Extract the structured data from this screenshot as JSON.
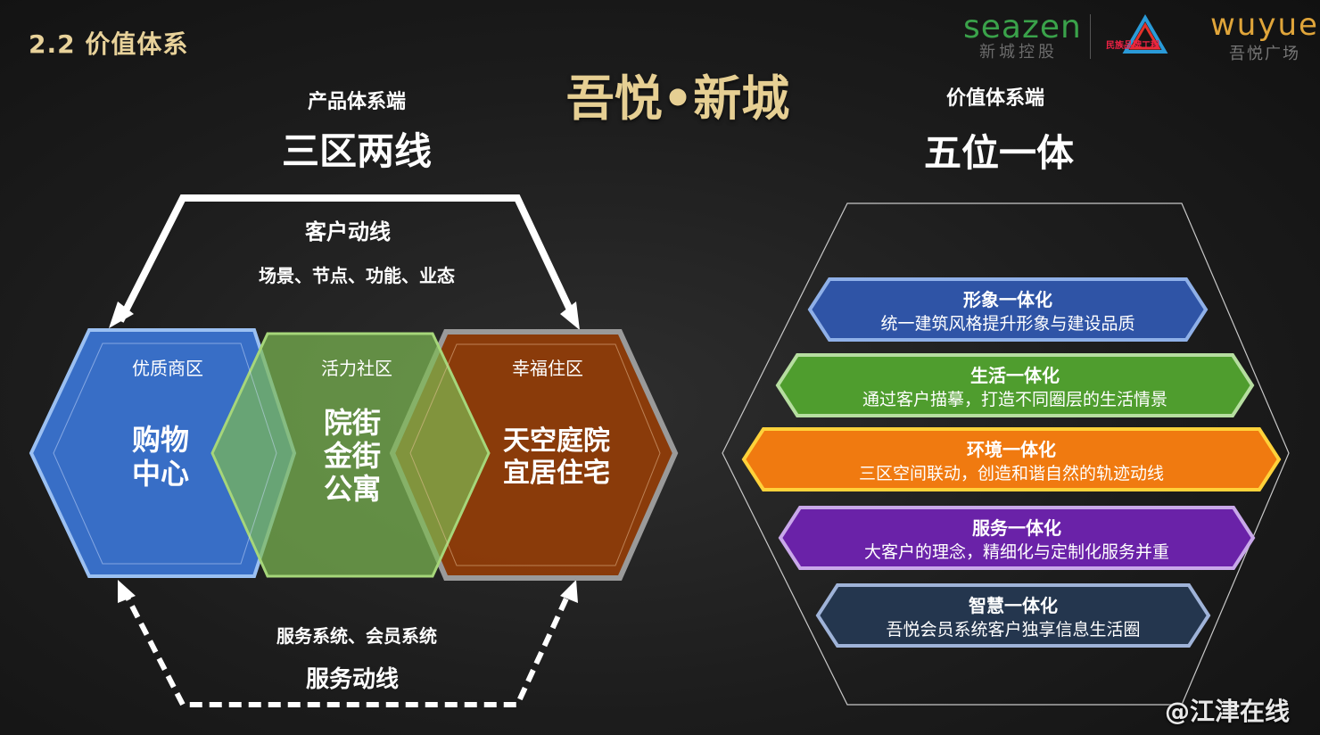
{
  "header": {
    "section": "2.2 价值体系",
    "title": "吾悦•新城"
  },
  "logos": {
    "seazen": "seazen",
    "seazen_cn": "新城控股",
    "middle_logo_text": "民族品牌工程",
    "wuyue": "wuyue",
    "wuyue_cn": "吾悦广场"
  },
  "left": {
    "subtitle": "产品体系端",
    "title": "三区两线",
    "top_line_title": "客户动线",
    "top_line_desc": "场景、节点、功能、业态",
    "bottom_line_desc": "服务系统、会员系统",
    "bottom_line_title": "服务动线",
    "zones": [
      {
        "label": "优质商区",
        "content_lines": [
          "购物",
          "中心"
        ],
        "color": "#3a73d0"
      },
      {
        "label": "活力社区",
        "content_lines": [
          "院街",
          "金街",
          "公寓"
        ],
        "color": "#5b9a34"
      },
      {
        "label": "幸福住区",
        "content_lines": [
          "天空庭院",
          "宜居住宅"
        ],
        "color": "#8f3c08"
      }
    ]
  },
  "right": {
    "subtitle": "价值体系端",
    "title": "五位一体",
    "items": [
      {
        "title": "形象一体化",
        "desc": "统一建筑风格提升形象与建设品质",
        "color": "#2f54a6",
        "border": "#8fb0e8"
      },
      {
        "title": "生活一体化",
        "desc": "通过客户描摹，打造不同圈层的生活情景",
        "color": "#4f9d2e",
        "border": "#b6dea0"
      },
      {
        "title": "环境一体化",
        "desc": "三区空间联动，创造和谐自然的轨迹动线",
        "color": "#f07a10",
        "border": "#ffd23a"
      },
      {
        "title": "服务一体化",
        "desc": "大客户的理念，精细化与定制化服务并重",
        "color": "#6a22a8",
        "border": "#c9a8ea"
      },
      {
        "title": "智慧一体化",
        "desc": "吾悦会员系统客户独享信息生活圈",
        "color": "#24364e",
        "border": "#9fb3d8"
      }
    ]
  },
  "watermark": "@江津在线"
}
